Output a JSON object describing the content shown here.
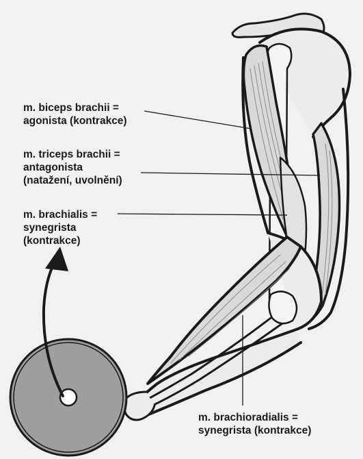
{
  "labels": {
    "biceps": {
      "line1": "m. biceps brachii =",
      "line2": "agonista (kontrakce)"
    },
    "triceps": {
      "line1": "m. triceps brachii =",
      "line2": "antagonista",
      "line3": "(natažení, uvolnění)"
    },
    "brachialis": {
      "line1": "m. brachialis =",
      "line2": "synegrista",
      "line3": "(kontrakce)"
    },
    "brachioradialis": {
      "line1": "m. brachioradialis =",
      "line2": "synegrista (kontrakce)"
    }
  },
  "colors": {
    "background": "#f1f1f1",
    "outline": "#1a1a1a",
    "muscle_shade": "#d9d9d9",
    "weight_fill": "#9e9e9e"
  },
  "icons": {
    "movement_arrow": "curved-arrow-up-icon",
    "weight": "weight-disc-icon"
  }
}
